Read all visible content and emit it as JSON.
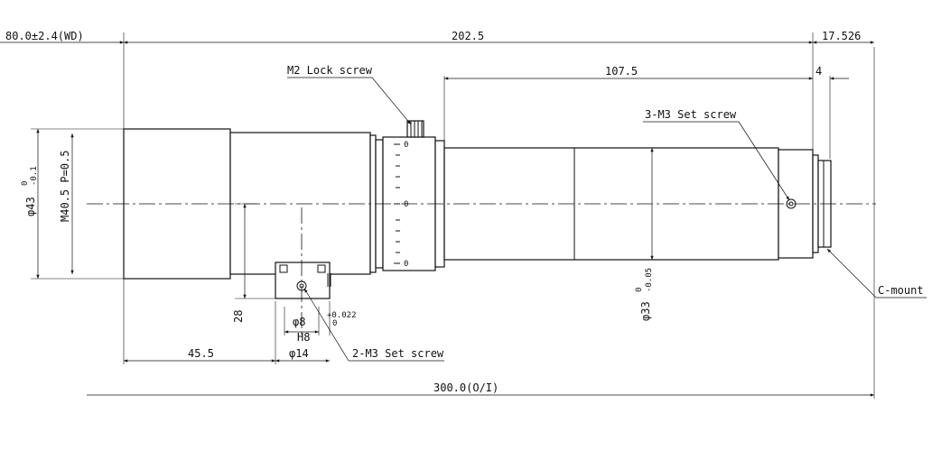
{
  "dimensions": {
    "working_distance": "80.0±2.4(WD)",
    "lens_length": "202.5",
    "flange_back": "17.526",
    "rear_length": "107.5",
    "mount_step": "4",
    "mount_offset": "45.5",
    "overall_length": "300.0(O/I)",
    "front_dia_main": "φ43",
    "front_dia_tol_upper": "0",
    "front_dia_tol_lower": "-0.1",
    "filter_thread": "M40.5 P=0.5",
    "bracket_height": "28",
    "pin_dia": "φ8",
    "pin_fit": "H8",
    "pin_tol_upper": "+0.022",
    "pin_tol_lower": "0",
    "bracket_width": "φ14",
    "rear_dia_main": "φ33",
    "rear_dia_tol_upper": "0",
    "rear_dia_tol_lower": "-0.05"
  },
  "callouts": {
    "lock_screw": "M2 Lock screw",
    "set_screw_rear": "3-M3 Set screw",
    "set_screw_bracket": "2-M3 Set screw",
    "mount": "C-mount"
  },
  "scale_marks": [
    "0",
    "0",
    "0"
  ]
}
